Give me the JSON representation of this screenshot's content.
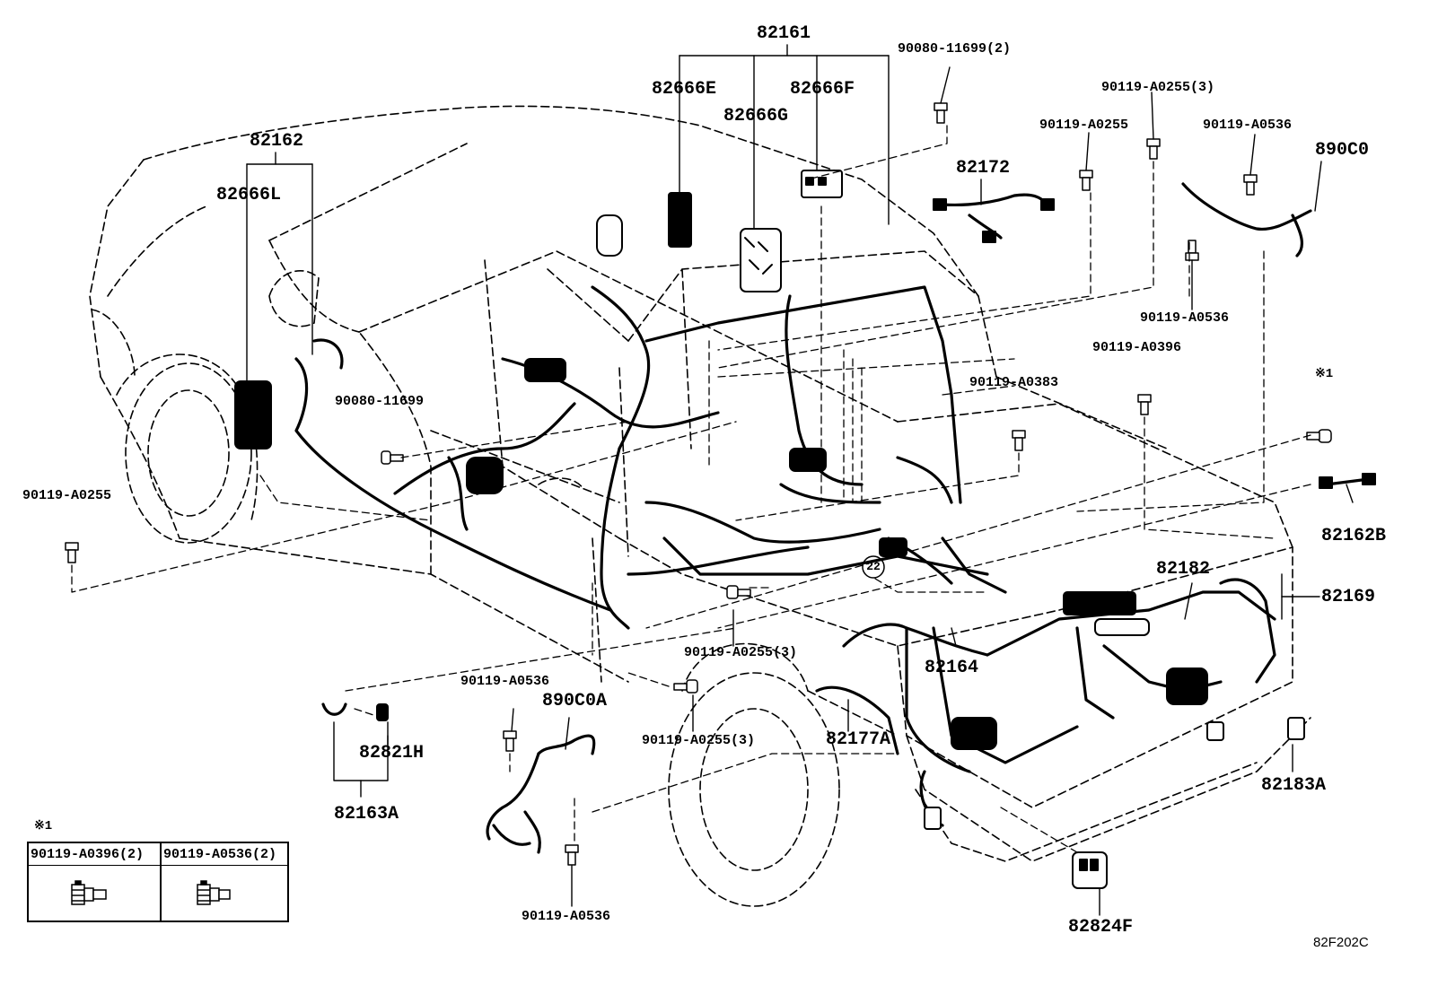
{
  "diagram_code": "82F202C",
  "callout_ref": "22",
  "note_mark": "※1",
  "labels": {
    "p82161": "82161",
    "p82666E": "82666E",
    "p82666F": "82666F",
    "p82666G": "82666G",
    "p90080_11699_2": "90080-11699(2)",
    "p90119_A0255_3_top": "90119-A0255(3)",
    "p90119_A0255_top": "90119-A0255",
    "p90119_A0536_top": "90119-A0536",
    "p890C0": "890C0",
    "p82172": "82172",
    "p82162": "82162",
    "p82666L": "82666L",
    "p90119_A0536_mid": "90119-A0536",
    "p90119_A0396": "90119-A0396",
    "p90119_A0383": "90119-A0383",
    "p90080_11699": "90080-11699",
    "p90119_A0255_left": "90119-A0255",
    "p82162B": "82162B",
    "p82182": "82182",
    "p82169": "82169",
    "p90119_A0255_3_mid": "90119-A0255(3)",
    "p82164": "82164",
    "p90119_A0536_low": "90119-A0536",
    "p890C0A": "890C0A",
    "p82821H": "82821H",
    "p82163A": "82163A",
    "p90119_A0255_3_low": "90119-A0255(3)",
    "p82177A": "82177A",
    "p82183A": "82183A",
    "p90119_A0536_bottom": "90119-A0536",
    "p82824F": "82824F"
  },
  "legend": {
    "mark": "※1",
    "left_part": "90119-A0396(2)",
    "right_part": "90119-A0536(2)"
  }
}
